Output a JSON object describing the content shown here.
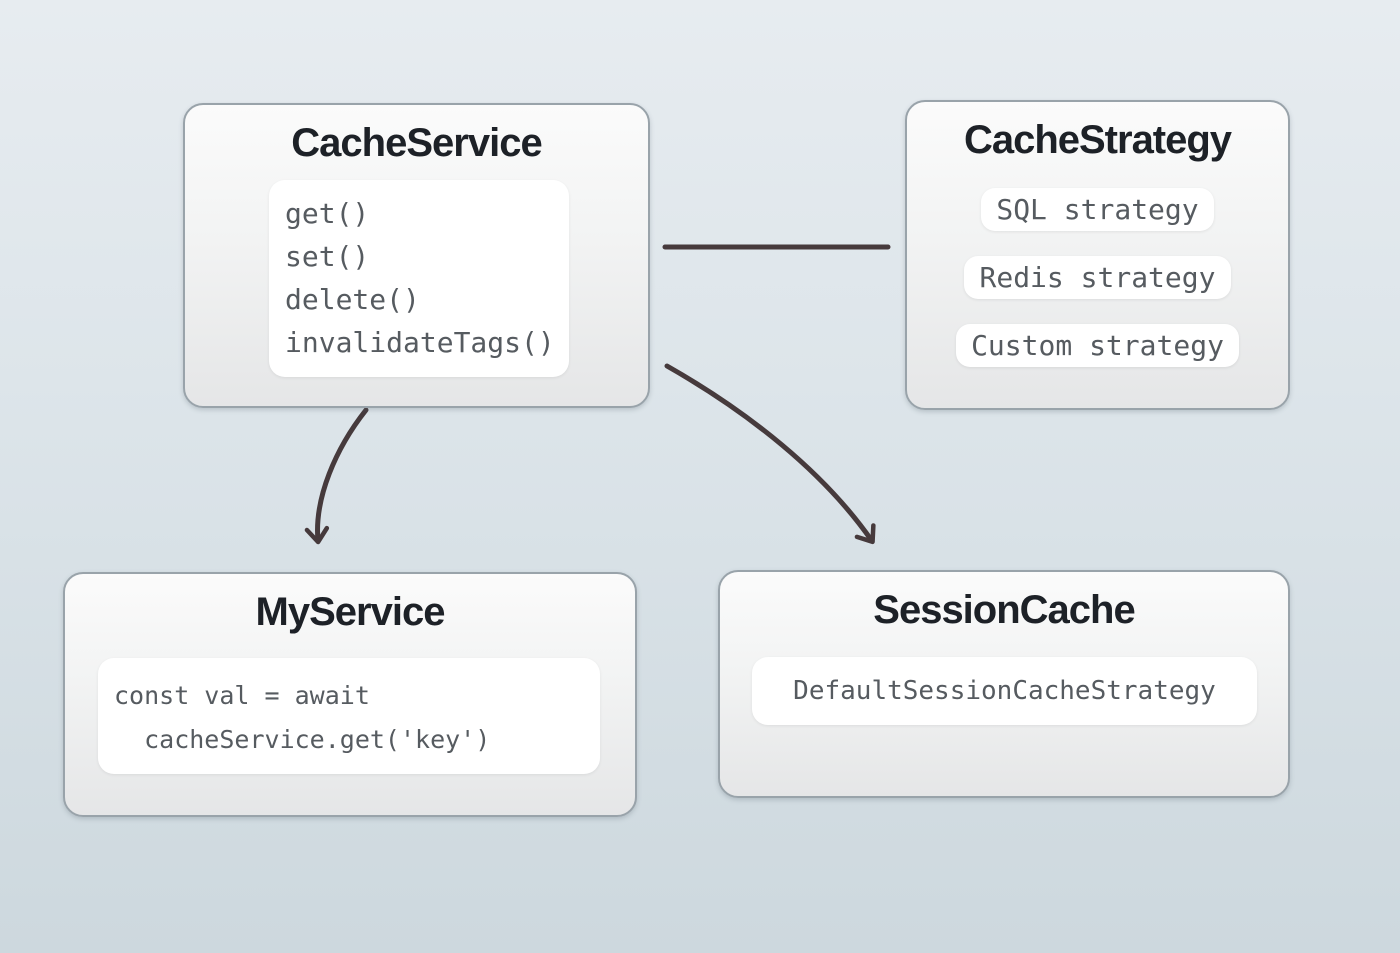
{
  "diagram": {
    "nodes": {
      "cache_service": {
        "title": "CacheService",
        "methods": [
          "get()",
          "set()",
          "delete()",
          "invalidateTags()"
        ]
      },
      "cache_strategy": {
        "title": "CacheStrategy",
        "strategies": [
          "SQL strategy",
          "Redis strategy",
          "Custom strategy"
        ]
      },
      "my_service": {
        "title": "MyService",
        "code_line1": "const val = await",
        "code_line2": "  cacheService.get('key')"
      },
      "session_cache": {
        "title": "SessionCache",
        "strategy": "DefaultSessionCacheStrategy"
      }
    },
    "connectors": [
      {
        "from": "CacheService",
        "to": "CacheStrategy",
        "style": "plain-line"
      },
      {
        "from": "CacheService",
        "to": "MyService",
        "style": "curved-arrow"
      },
      {
        "from": "CacheService",
        "to": "SessionCache",
        "style": "curved-arrow"
      }
    ],
    "colors": {
      "background_top": "#e7ecf0",
      "background_bottom": "#cdd8de",
      "node_border": "#99a3aa",
      "node_fill_top": "#fbfbfb",
      "node_fill_bottom": "#e5e6e7",
      "title_text": "#1d2127",
      "code_text": "#565b60",
      "panel_fill": "#ffffff",
      "connector": "#463a3c"
    }
  }
}
